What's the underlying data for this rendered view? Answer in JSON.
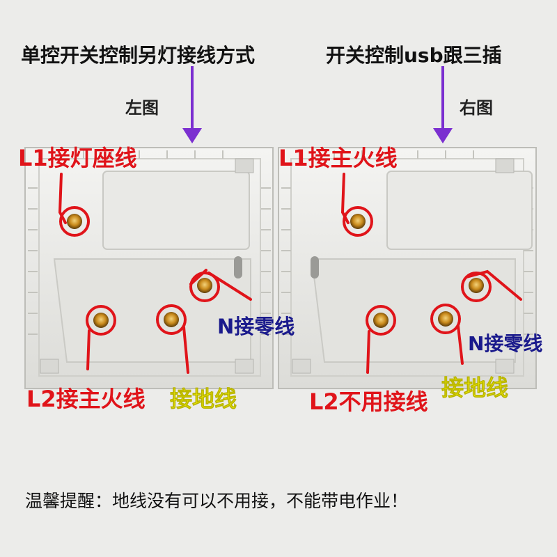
{
  "titles": {
    "left": "单控开关控制另灯接线方式",
    "right": "开关控制usb跟三插",
    "left_sub": "左图",
    "right_sub": "右图"
  },
  "labels": {
    "left_l1": "L1接灯座线",
    "left_l2": "L2接主火线",
    "left_n": "N接零线",
    "left_ground": "接地线",
    "right_l1": "L1接主火线",
    "right_l2": "L2不用接线",
    "right_n": "N接零线",
    "right_ground": "接地线"
  },
  "reminder": "温馨提醒：地线没有可以不用接，不能带电作业！",
  "colors": {
    "arrow": "#7b2fd0",
    "marker": "#e0141a",
    "terminal": "#c98a1c",
    "panel": "#f2f2f0"
  }
}
